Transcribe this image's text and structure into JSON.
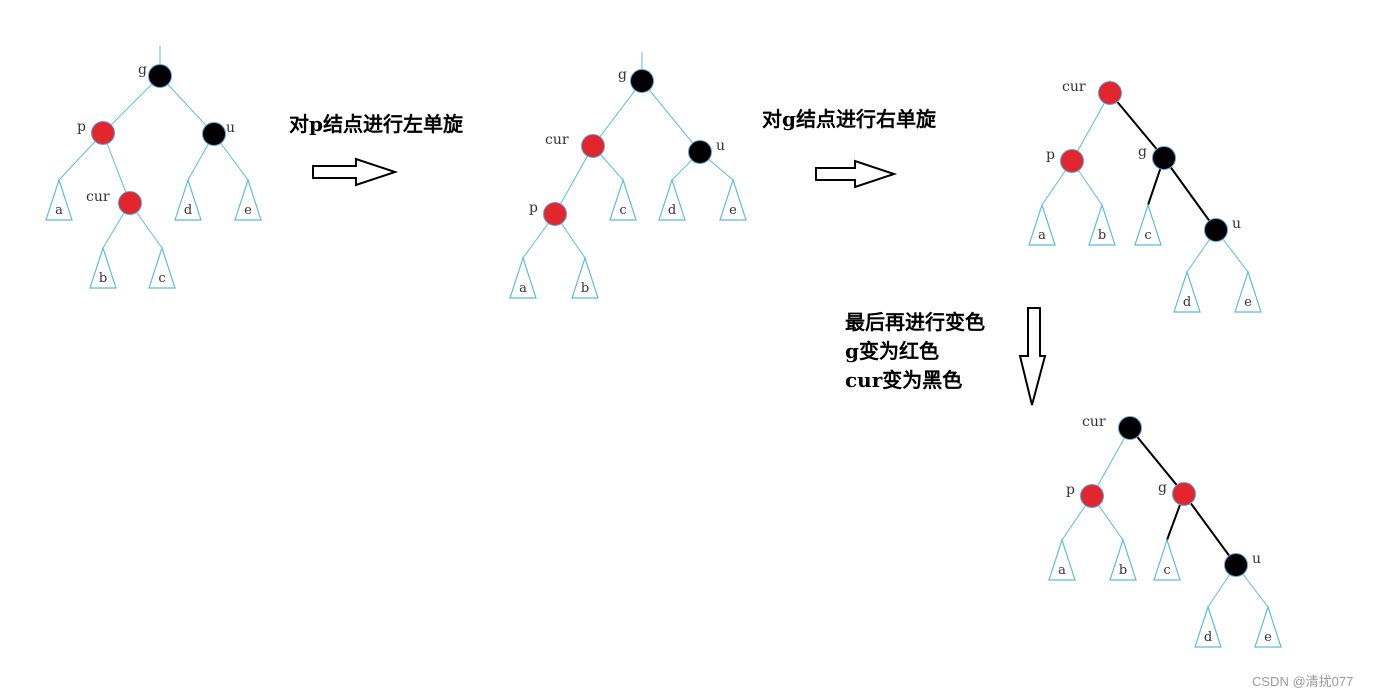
{
  "colors": {
    "red_node": "#e3262e",
    "black_node": "#000000",
    "edge": "#5bbbe0",
    "thick_edge": "#000000",
    "node_stroke": "#5aa5d8"
  },
  "captions": {
    "step1": "对p结点进行左单旋",
    "step2": "对g结点进行右单旋",
    "step3_line1": "最后再进行变色",
    "step3_line2": "g变为红色",
    "step3_line3": "cur变为黑色"
  },
  "trees": [
    {
      "name": "tree-initial",
      "nodes": [
        {
          "id": "g",
          "label": "g",
          "color": "black"
        },
        {
          "id": "p",
          "label": "p",
          "color": "red"
        },
        {
          "id": "u",
          "label": "u",
          "color": "black"
        },
        {
          "id": "cur",
          "label": "cur",
          "color": "red"
        }
      ],
      "subtrees": [
        "a",
        "b",
        "c",
        "d",
        "e"
      ]
    },
    {
      "name": "tree-after-left-rotation",
      "nodes": [
        {
          "id": "g",
          "label": "g",
          "color": "black"
        },
        {
          "id": "cur",
          "label": "cur",
          "color": "red"
        },
        {
          "id": "u",
          "label": "u",
          "color": "black"
        },
        {
          "id": "p",
          "label": "p",
          "color": "red"
        }
      ],
      "subtrees": [
        "a",
        "b",
        "c",
        "d",
        "e"
      ]
    },
    {
      "name": "tree-after-right-rotation",
      "nodes": [
        {
          "id": "cur",
          "label": "cur",
          "color": "red"
        },
        {
          "id": "p",
          "label": "p",
          "color": "red"
        },
        {
          "id": "g",
          "label": "g",
          "color": "black"
        },
        {
          "id": "u",
          "label": "u",
          "color": "black"
        }
      ],
      "subtrees": [
        "a",
        "b",
        "c",
        "d",
        "e"
      ]
    },
    {
      "name": "tree-after-recolor",
      "nodes": [
        {
          "id": "cur",
          "label": "cur",
          "color": "black"
        },
        {
          "id": "p",
          "label": "p",
          "color": "red"
        },
        {
          "id": "g",
          "label": "g",
          "color": "red"
        },
        {
          "id": "u",
          "label": "u",
          "color": "black"
        }
      ],
      "subtrees": [
        "a",
        "b",
        "c",
        "d",
        "e"
      ]
    }
  ],
  "watermark": "CSDN @清扰077"
}
